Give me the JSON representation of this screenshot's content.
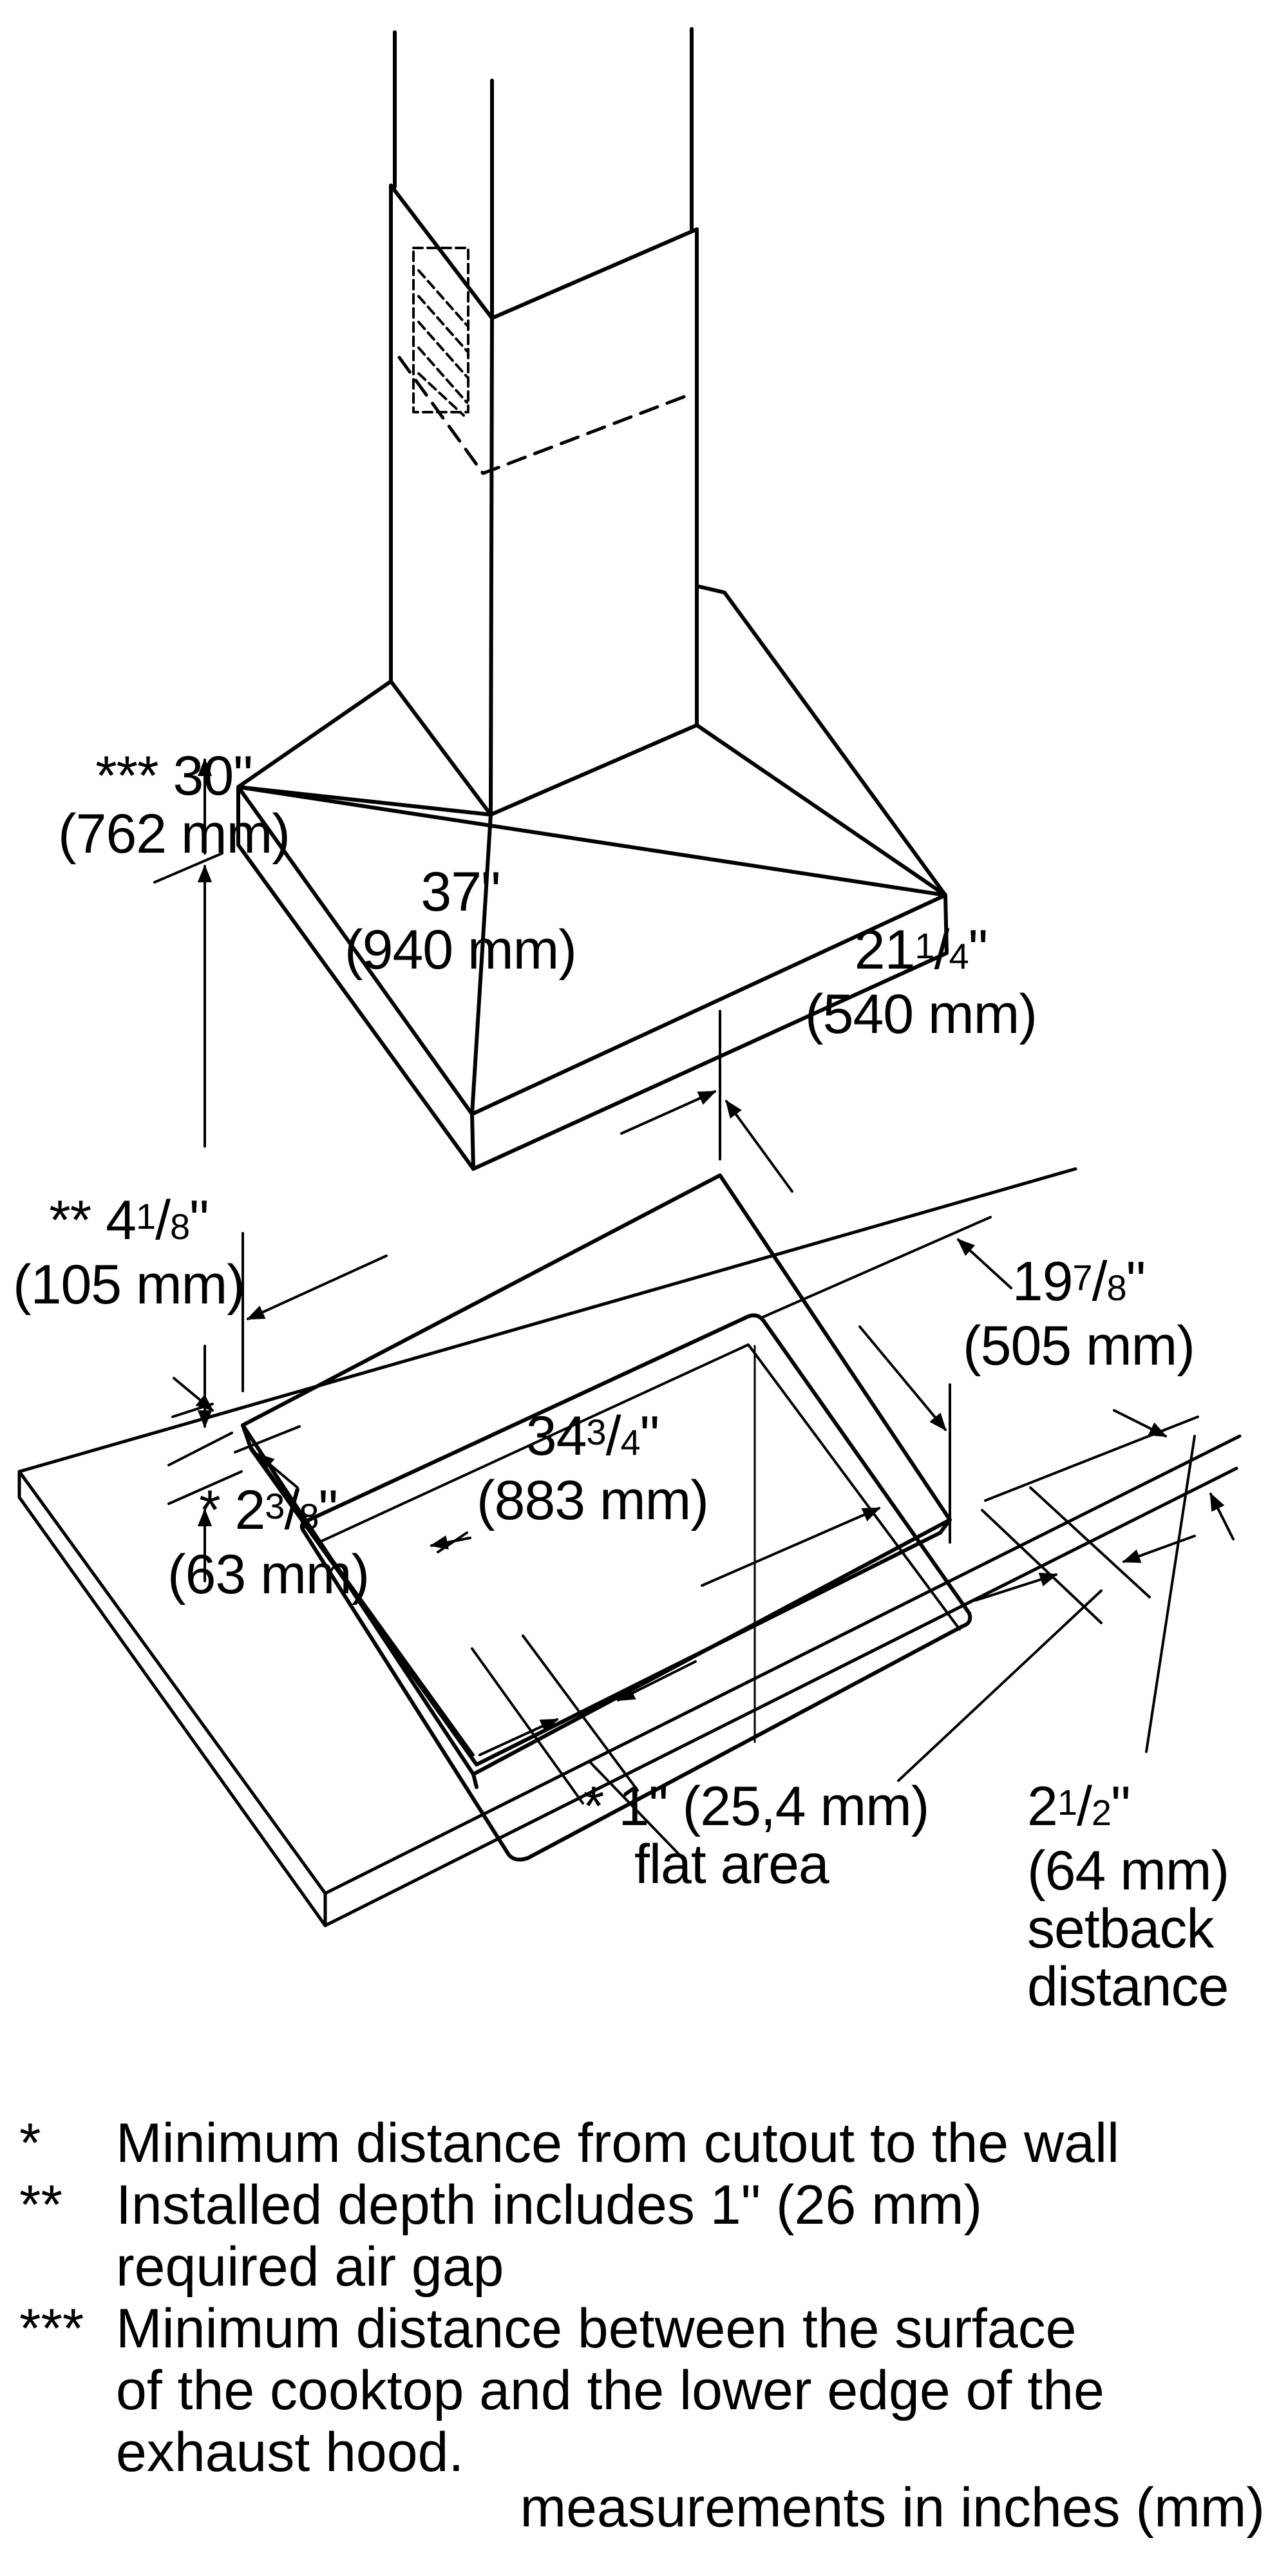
{
  "diagram": {
    "title": "Cooktop and island hood installation dimensions",
    "stroke_color": "#000000",
    "background": "#ffffff",
    "components": [
      "exhaust-hood",
      "cooktop",
      "countertop-with-cutout"
    ],
    "dimensions": {
      "hood_clearance": {
        "prefix": "***",
        "inch": "30\"",
        "mm": "(762 mm)"
      },
      "cooktop_width": {
        "inch": "37\"",
        "mm": "(940 mm)"
      },
      "cooktop_depth": {
        "inch_whole": "21",
        "inch_num": "1",
        "inch_den": "4",
        "mm": "(540 mm)"
      },
      "installed_depth": {
        "prefix": "**",
        "inch_whole": "4",
        "inch_num": "1",
        "inch_den": "8",
        "mm": "(105 mm)"
      },
      "cutout_depth": {
        "inch_whole": "19",
        "inch_num": "7",
        "inch_den": "8",
        "mm": "(505 mm)"
      },
      "cutout_width": {
        "inch_whole": "34",
        "inch_num": "3",
        "inch_den": "4",
        "mm": "(883 mm)"
      },
      "side_clearance": {
        "prefix": "*",
        "inch_whole": "2",
        "inch_num": "3",
        "inch_den": "8",
        "mm": "(63 mm)"
      },
      "flat_area": {
        "line1": "* 1\" (25,4 mm)",
        "line2": "flat area"
      },
      "setback": {
        "inch_whole": "2",
        "inch_num": "1",
        "inch_den": "2",
        "mm": "(64 mm)",
        "line3": "setback",
        "line4": "distance"
      }
    }
  },
  "notes": [
    {
      "mark": "*",
      "text": "Minimum distance from cutout to the wall"
    },
    {
      "mark": "**",
      "text": "Installed depth includes 1\" (26 mm)\nrequired air gap"
    },
    {
      "mark": "***",
      "text": "Minimum distance between the surface\nof the cooktop and the lower edge of the\nexhaust hood."
    }
  ],
  "units_caption": "measurements in inches (mm)"
}
